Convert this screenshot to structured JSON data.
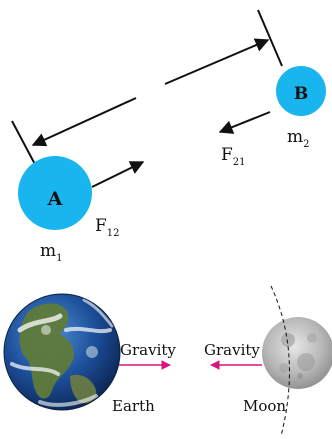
{
  "top_diagram": {
    "body_a": {
      "letter": "A",
      "mass_symbol": "m",
      "mass_subscript": "1"
    },
    "body_b": {
      "letter": "B",
      "mass_symbol": "m",
      "mass_subscript": "2"
    },
    "force_on_a": {
      "symbol": "F",
      "subscript": "12"
    },
    "force_on_b": {
      "symbol": "F",
      "subscript": "21"
    }
  },
  "bottom_diagram": {
    "earth_label": "Earth",
    "moon_label": "Moon",
    "gravity_label_left": "Gravity",
    "gravity_label_right": "Gravity"
  },
  "colors": {
    "sphere": "#19b5ef",
    "arrow": "#111111",
    "gravity_arrow": "#d6157f",
    "ocean": "#1d4f9a",
    "moon": "#b9b9b9"
  }
}
